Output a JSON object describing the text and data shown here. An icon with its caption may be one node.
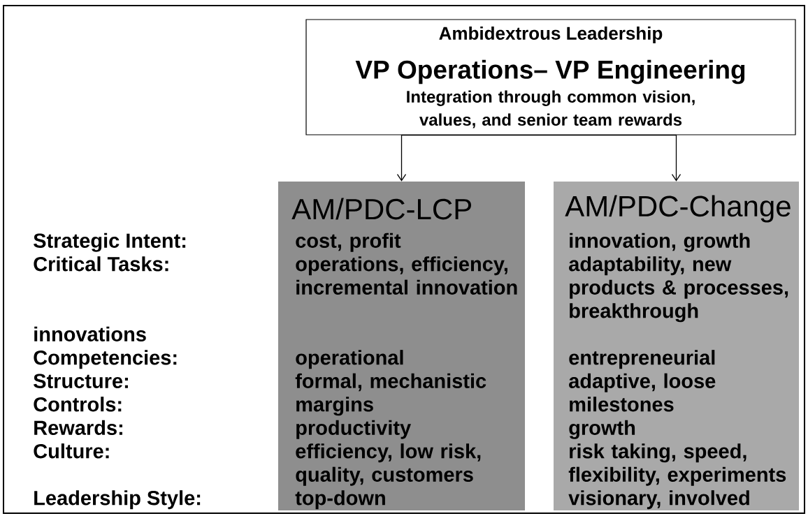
{
  "diagram": {
    "nodes": [
      {
        "text": [
          "Ambidextrous Leadership",
          "VP Operations– VP Engineering",
          "Integration through common vision, values, and senior team rewards"
        ]
      },
      {
        "text": [
          "AM/PDC-LCP",
          "cost, profit",
          "operations, efficiency, incremental innovation",
          "operational",
          "formal, mechanistic",
          "margins",
          "productivity",
          "efficiency, low risk, quality, customers",
          "top-down"
        ]
      },
      {
        "text": [
          "AM/PDC-Change",
          "innovation, growth",
          "adaptability, new products & processes, breakthrough",
          "entrepreneurial",
          "adaptive, loose",
          "milestones",
          "growth",
          "risk taking, speed, flexibility, experiments",
          "visionary, involved"
        ]
      }
    ],
    "edges": [
      {
        "from": 0,
        "to": 1,
        "arrow": "to"
      },
      {
        "from": 0,
        "to": 2,
        "arrow": "to"
      }
    ],
    "labels": [
      "Strategic Intent:",
      "Critical Tasks:",
      "innovations",
      "Competencies:",
      "Structure:",
      "Controls:",
      "Rewards:",
      "Culture:",
      "Leadership Style:"
    ]
  }
}
